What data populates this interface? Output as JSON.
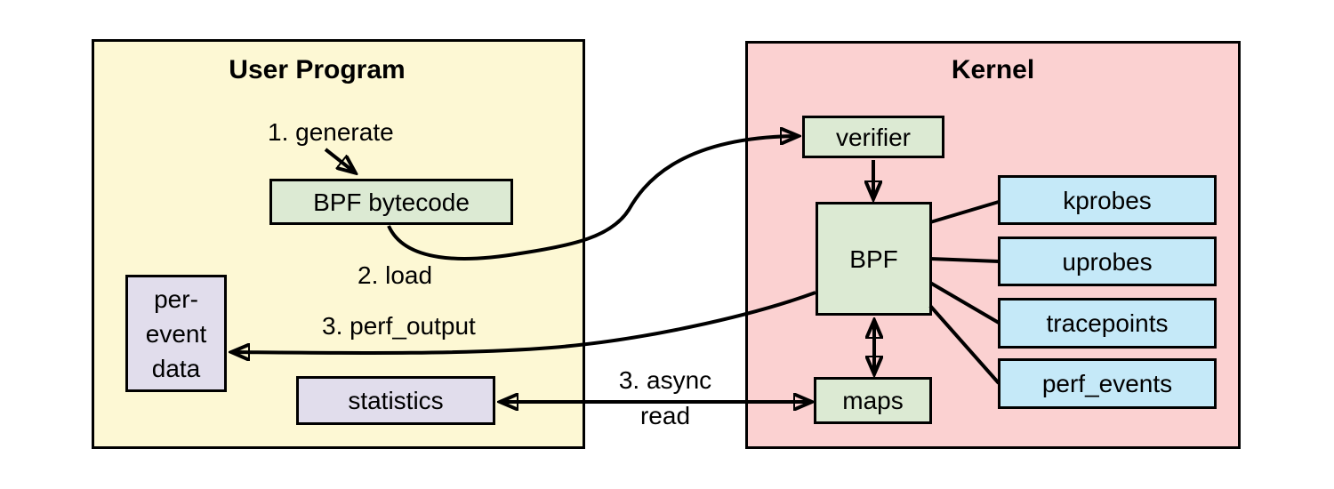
{
  "colors": {
    "user_program_bg": "#fdf8d4",
    "kernel_bg": "#fbd1d1",
    "node_green": "#dcead3",
    "node_blue": "#c5e9f8",
    "node_purple": "#e1ddec",
    "ink": "#000000"
  },
  "user_program": {
    "title": "User Program",
    "nodes": {
      "bpf_bytecode": "BPF bytecode",
      "per_event_data": [
        "per-",
        "event",
        "data"
      ],
      "statistics": "statistics"
    }
  },
  "kernel": {
    "title": "Kernel",
    "nodes": {
      "verifier": "verifier",
      "bpf": "BPF",
      "maps": "maps"
    },
    "event_sources": [
      "kprobes",
      "uprobes",
      "tracepoints",
      "perf_events"
    ]
  },
  "annotations": {
    "step1_generate": "1. generate",
    "step2_load": "2. load",
    "step3_perf_output": "3. perf_output",
    "step3_async_line1": "3. async",
    "step3_async_line2": "read"
  }
}
